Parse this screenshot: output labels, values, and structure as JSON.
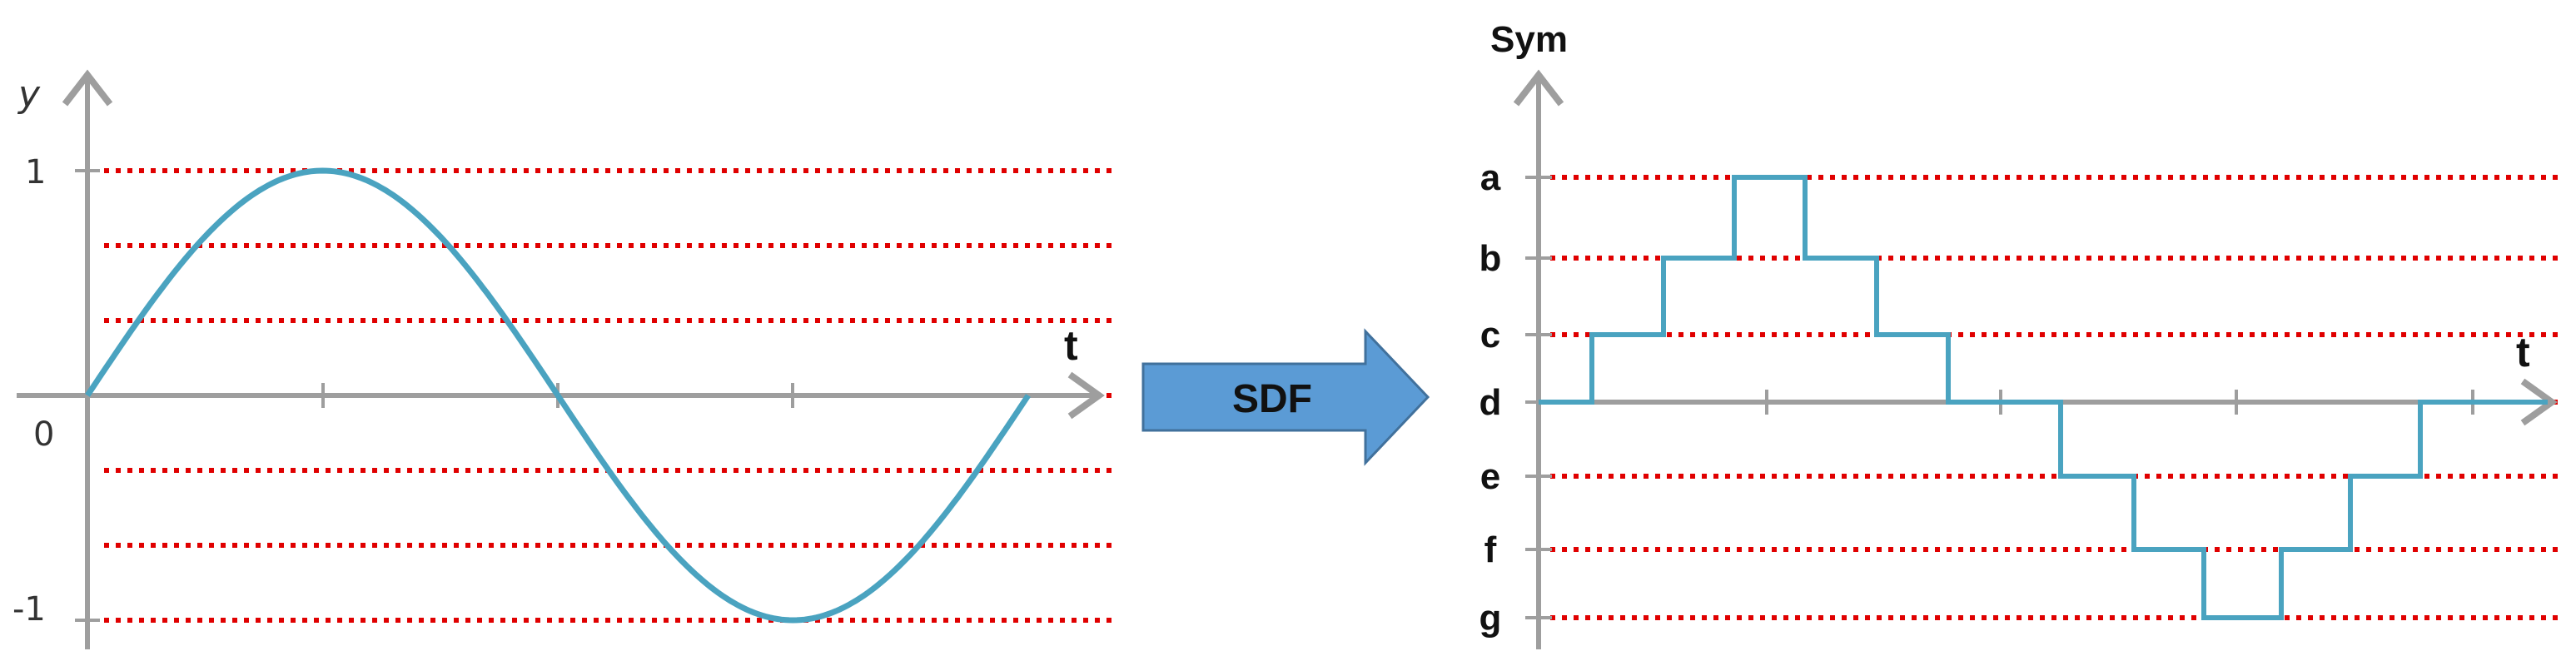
{
  "left_panel": {
    "y_label": "y",
    "origin_label": "0",
    "y_tick_labels": [
      "1",
      "-1"
    ],
    "x_label": "t",
    "curve": "sine",
    "quantization_levels": 7
  },
  "arrow": {
    "label": "SDF",
    "color": "#5b9bd5"
  },
  "right_panel": {
    "y_label": "Sym",
    "x_label": "t",
    "symbols": [
      "a",
      "b",
      "c",
      "d",
      "e",
      "f",
      "g"
    ],
    "step_sequence": [
      "d",
      "c",
      "b",
      "a",
      "b",
      "c",
      "d",
      "e",
      "f",
      "g",
      "f",
      "e",
      "d"
    ]
  },
  "colors": {
    "axis": "#9e9e9e",
    "signal": "#4aa3c0",
    "level_lines": "#e00000"
  }
}
